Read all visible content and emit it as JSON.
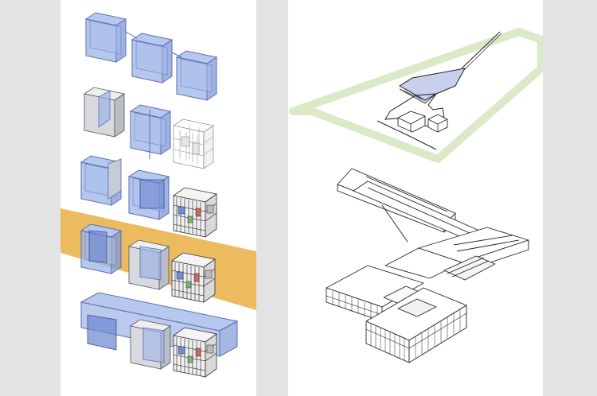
{
  "colors": {
    "background": "#e3e3e3",
    "panel": "#ffffff",
    "glass_fill": "#9cb4e6",
    "glass_stroke": "#5b6fb3",
    "solid_face": "#d7d9de",
    "solid_side": "#b9bdc6",
    "solid_top": "#eceef2",
    "band": "#eab44f",
    "site_outline": "#dbe9c9",
    "line": "#222222",
    "plot_fill": "#c8d0ee"
  },
  "left_panel": {
    "name": "massing-evolution-diagram",
    "steps": [
      "glass-volumes",
      "solid-and-wireframe",
      "structure-emerges",
      "circulation-band",
      "merged-volumes"
    ]
  },
  "right_panel": {
    "name": "site-and-building-axonometric",
    "views": [
      "site-plan-axonometric",
      "building-axonometric"
    ]
  }
}
